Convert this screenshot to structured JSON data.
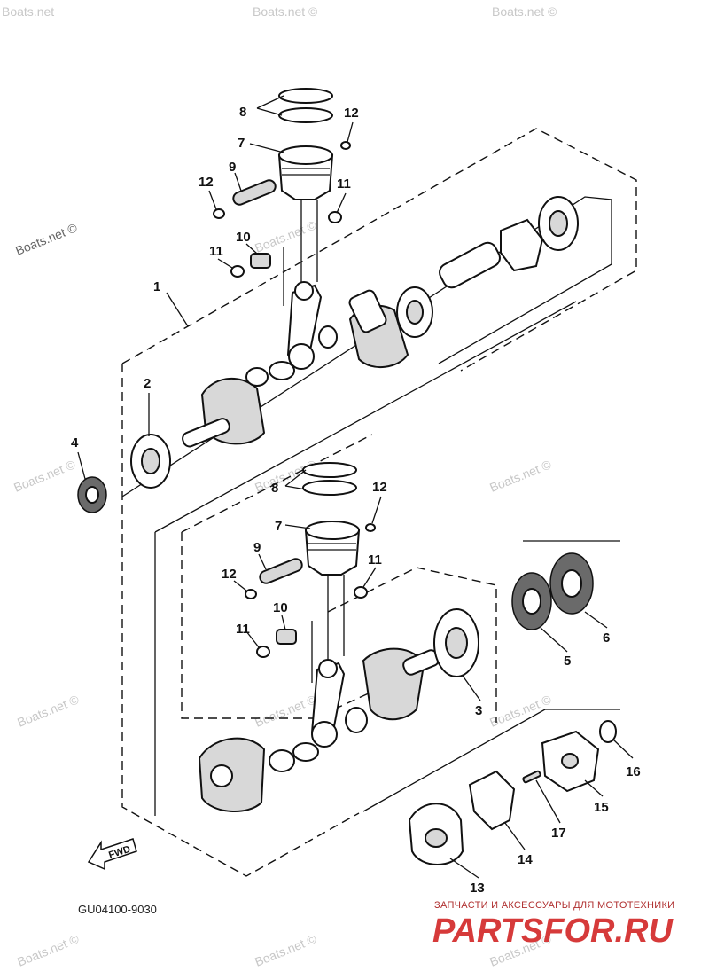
{
  "diagram_code": "GU04100-9030",
  "fwd_label": "FWD",
  "watermarks": {
    "boats_net": "Boats.net ©",
    "boats_net_short": "Boats.net"
  },
  "shop": {
    "tagline": "ЗАПЧАСТИ И АКСЕССУАРЫ ДЛЯ МОТОТЕХНИКИ",
    "logo": "PARTSFOR.RU"
  },
  "callouts": {
    "c1": "1",
    "c2": "2",
    "c3": "3",
    "c4": "4",
    "c5": "5",
    "c6": "6",
    "c7": "7",
    "c8": "8",
    "c9": "9",
    "c10": "10",
    "c11": "11",
    "c12": "12",
    "c13": "13",
    "c14": "14",
    "c15": "15",
    "c16": "16",
    "c17": "17"
  }
}
